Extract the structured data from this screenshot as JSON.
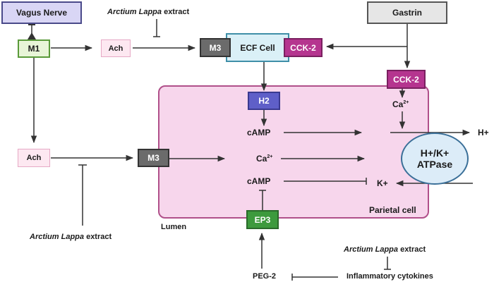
{
  "title": "Arctium Lappa extract effects on gastric acid secretion pathway",
  "nodes": {
    "vagus_nerve": "Vagus Nerve",
    "m1": "M1",
    "ach_top": "Ach",
    "ach_left": "Ach",
    "m3_ecf": "M3",
    "ecf_cell": "ECF Cell",
    "cck2_ecf": "CCK-2",
    "gastrin": "Gastrin",
    "cck2_parietal": "CCK-2",
    "h2": "H2",
    "m3_parietal": "M3",
    "ep3": "EP3",
    "camp_top": "cAMP",
    "ca_mid": "Ca",
    "ca_mid_sup": "2+",
    "ca_right": "Ca",
    "ca_right_sup": "2+",
    "camp_bottom": "cAMP",
    "atpase_line1": "H+/K+",
    "atpase_line2": "ATPase",
    "h_plus": "H+",
    "k_plus": "K+",
    "parietal_cell": "Parietal cell",
    "lumen": "Lumen",
    "peg2": "PEG-2",
    "inflammatory": "Inflammatory cytokines"
  },
  "inhibitors": [
    {
      "species": "Arctium Lappa",
      "suffix": " extract"
    },
    {
      "species": "Arctium Lappa",
      "suffix": " extract"
    },
    {
      "species": "Arctium Lappa",
      "suffix": " extract"
    }
  ],
  "colors": {
    "vagus_fill": "#d9d6f5",
    "vagus_border": "#4a4a8a",
    "m1_fill": "#e8f5d8",
    "m1_border": "#5a9a3a",
    "ach_fill": "#fde8f1",
    "ach_border": "#e6a9c5",
    "m3_fill": "#6b6b6b",
    "ecf_fill": "#daf0f7",
    "ecf_border": "#3f8fa8",
    "cck2_fill": "#b5358f",
    "gastrin_fill": "#e6e6e6",
    "h2_fill": "#5f5fc8",
    "ep3_fill": "#3d9a3d",
    "parietal_fill": "#f7d6ec",
    "parietal_border": "#b0508a",
    "atpase_fill": "#dcecf8",
    "atpase_border": "#3a6f98"
  }
}
